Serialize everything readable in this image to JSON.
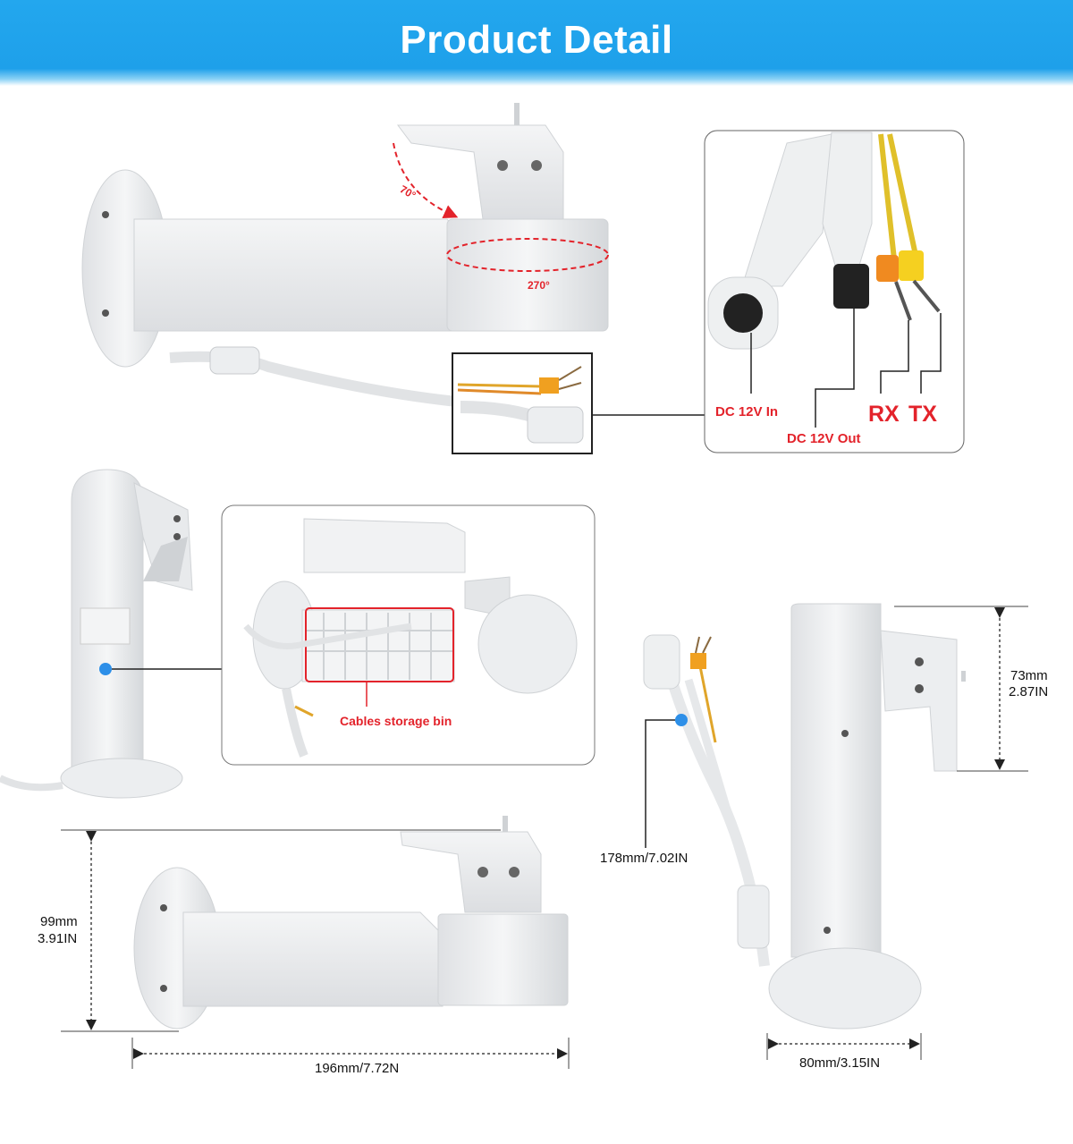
{
  "header": {
    "title": "Product Detail"
  },
  "rotation": {
    "tilt": "70°",
    "pan": "270°"
  },
  "connectors": {
    "dc_in": "DC 12V In",
    "dc_out": "DC 12V Out",
    "rx": "RX",
    "tx": "TX"
  },
  "storage": {
    "label": "Cables storage bin"
  },
  "dimensions": {
    "height_mm": "99mm",
    "height_in": "3.91IN",
    "length": "196mm/7.72N",
    "cable": "178mm/7.02IN",
    "top_mm": "73mm",
    "top_in": "2.87IN",
    "base": "80mm/3.15IN"
  },
  "colors": {
    "banner": "#1ea0ea",
    "accent_red": "#e3232b",
    "body": "#e9eaec",
    "marker": "#2d8fe8"
  }
}
